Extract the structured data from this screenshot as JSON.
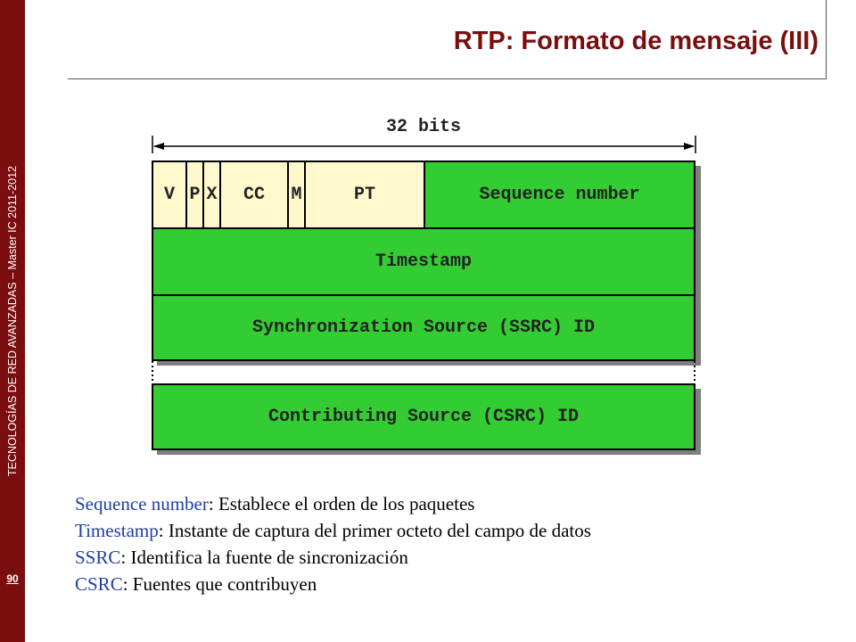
{
  "sidebar": {
    "text": "TECNOLOGÍAS DE RED AVANZADAS – Master IC 2011-2012",
    "page_number": "90"
  },
  "slide": {
    "title": "RTP: Formato de mensaje (III)"
  },
  "header_diagram": {
    "width_label": "32 bits",
    "fields": {
      "v": "V",
      "p": "P",
      "x": "X",
      "cc": "CC",
      "m": "M",
      "pt": "PT",
      "sequence_number": "Sequence number",
      "timestamp": "Timestamp",
      "ssrc": "Synchronization Source (SSRC) ID",
      "csrc": "Contributing Source (CSRC) ID"
    },
    "colors": {
      "cream": "#fff8cc",
      "green": "#33cc33",
      "title": "#7a0d0d",
      "term": "#1f3fa6"
    }
  },
  "descriptions": [
    {
      "term": "Sequence number",
      "sep": ": ",
      "text": "Establece el orden de los paquetes"
    },
    {
      "term": "Timestamp",
      "sep": ": ",
      "text": "Instante de captura del primer octeto del campo de datos"
    },
    {
      "term": "SSRC",
      "sep": ": ",
      "text": "Identifica la fuente de sincronización"
    },
    {
      "term": "CSRC",
      "sep": ": ",
      "text": "Fuentes que contribuyen"
    }
  ]
}
